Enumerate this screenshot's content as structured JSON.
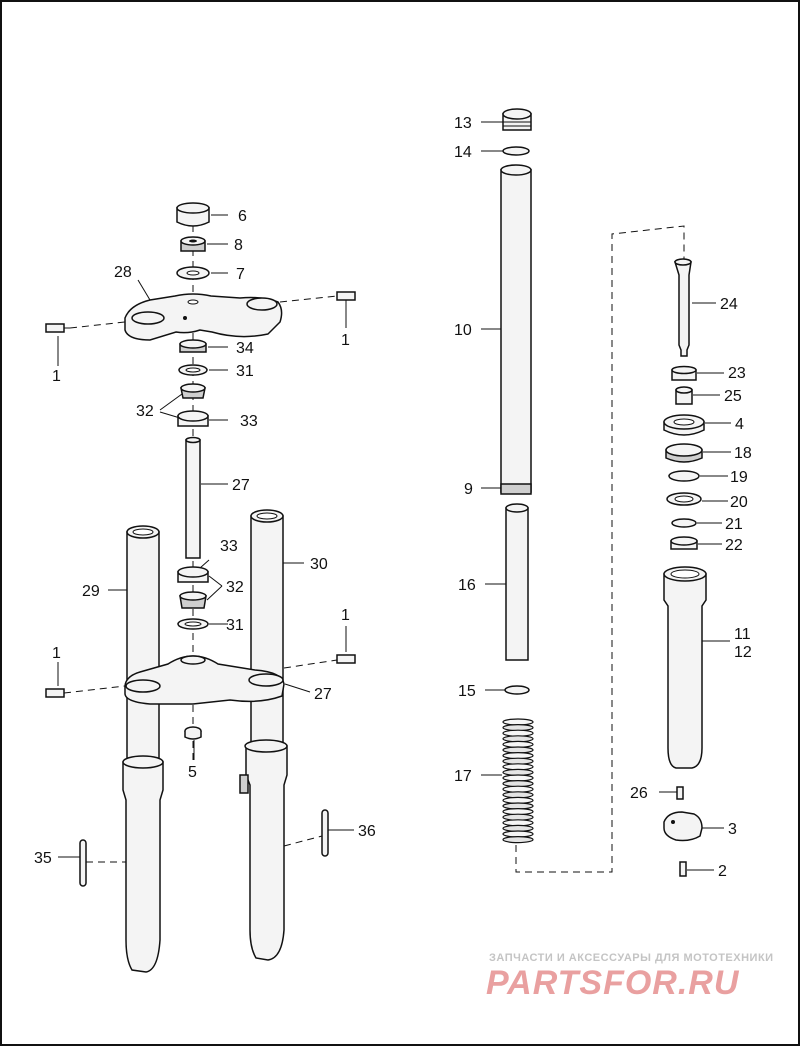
{
  "callouts": {
    "c1a": "1",
    "c1b": "1",
    "c1c": "1",
    "c1d": "1",
    "c2": "2",
    "c3": "3",
    "c4": "4",
    "c5": "5",
    "c6": "6",
    "c7": "7",
    "c8": "8",
    "c9": "9",
    "c10": "10",
    "c11": "11",
    "c12": "12",
    "c13": "13",
    "c14": "14",
    "c15": "15",
    "c16": "16",
    "c17": "17",
    "c18": "18",
    "c19": "19",
    "c20": "20",
    "c21": "21",
    "c22": "22",
    "c23": "23",
    "c24": "24",
    "c25": "25",
    "c26": "26",
    "c27a": "27",
    "c27b": "27",
    "c28": "28",
    "c29": "29",
    "c30": "30",
    "c31a": "31",
    "c31b": "31",
    "c32a": "32",
    "c32b": "32",
    "c33a": "33",
    "c33b": "33",
    "c34": "34",
    "c35": "35",
    "c36": "36"
  },
  "watermark": {
    "tagline": "ЗАПЧАСТИ И АКСЕССУАРЫ ДЛЯ МОТОТЕХНИКИ",
    "brand": "PARTSFOR.RU"
  }
}
